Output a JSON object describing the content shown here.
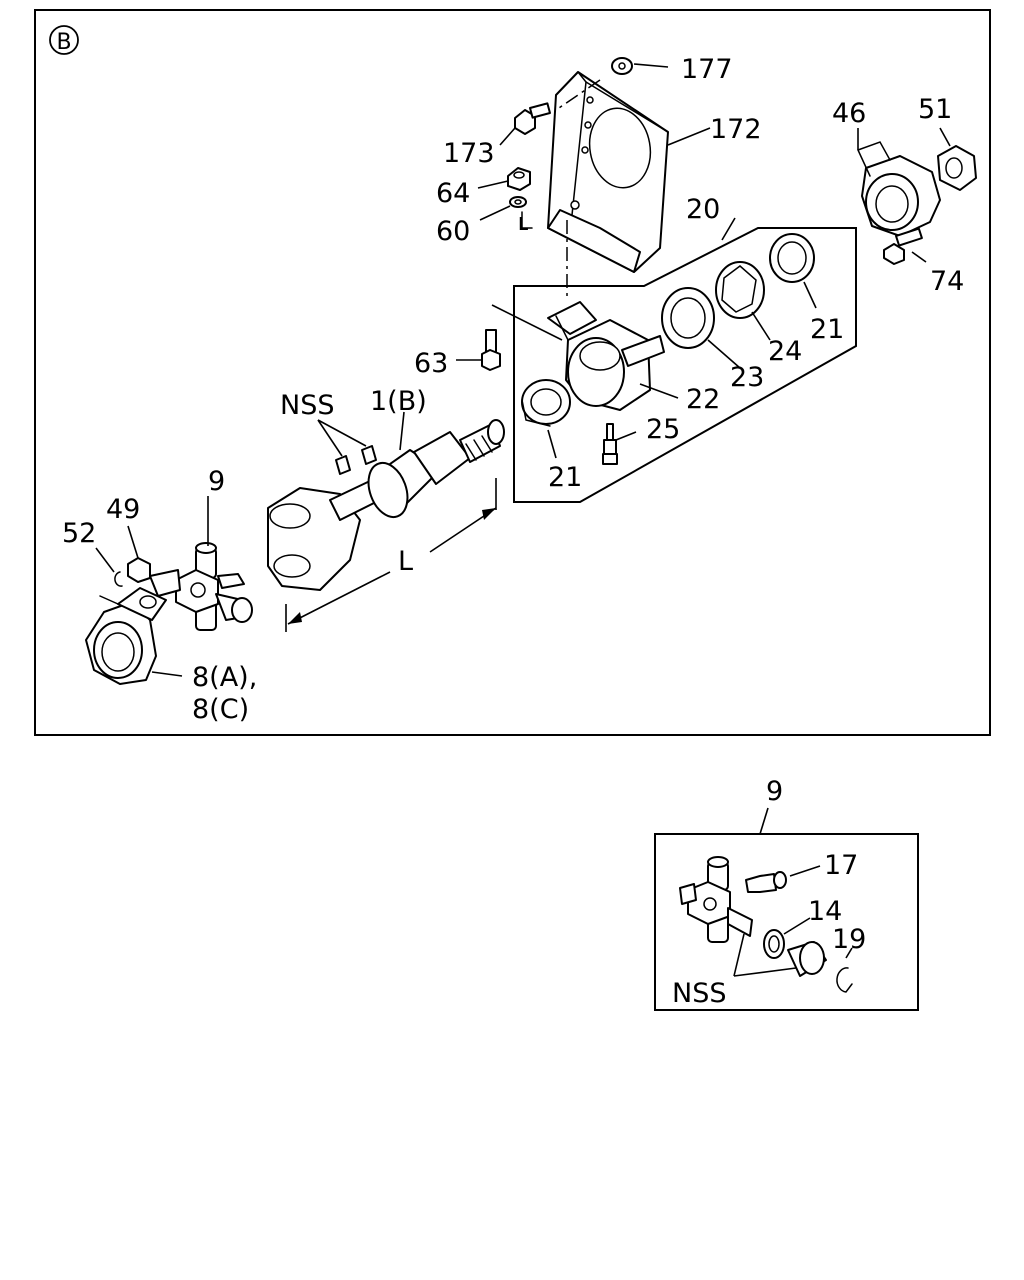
{
  "view_label": "B",
  "labels": {
    "p177": "177",
    "p173": "173",
    "p172": "172",
    "p64": "64",
    "p60": "60",
    "p46": "46",
    "p51": "51",
    "p74": "74",
    "p20": "20",
    "p21a": "21",
    "p21b": "21",
    "p22": "22",
    "p23": "23",
    "p24": "24",
    "p25": "25",
    "p63": "63",
    "nss1": "NSS",
    "p1b": "1(B)",
    "p9a": "9",
    "p49": "49",
    "p52": "52",
    "p8a": "8(A),",
    "p8c": "8(C)",
    "dim_l": "L",
    "dim_l2": "L",
    "p9b": "9",
    "p17": "17",
    "p14": "14",
    "p19": "19",
    "nss2": "NSS"
  }
}
